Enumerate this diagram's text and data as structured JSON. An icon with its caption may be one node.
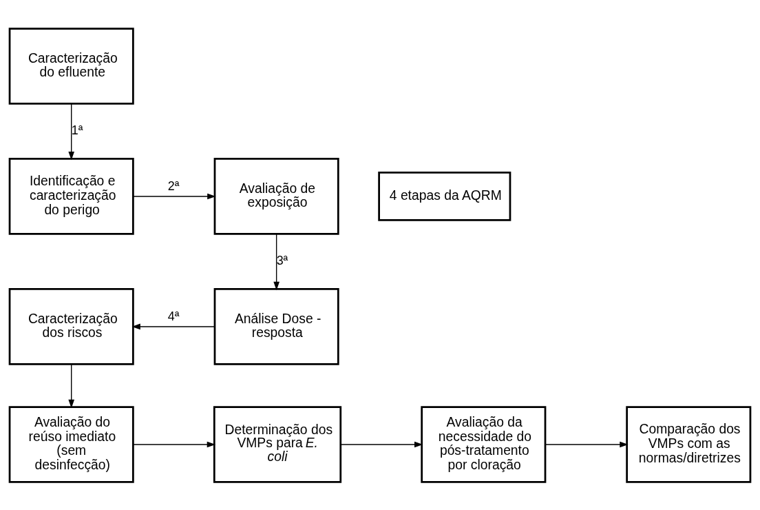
{
  "diagram": {
    "nodes": [
      {
        "text": [
          "Caracterização do efluente"
        ]
      },
      {
        "text": [
          "Identificação e caracterização do perigo"
        ]
      },
      {
        "text": [
          "Avaliação de exposição"
        ]
      },
      {
        "text": [
          "Caracterização dos riscos"
        ]
      },
      {
        "text": [
          "Análise Dose - resposta"
        ]
      },
      {
        "text": [
          "4 etapas da AQRM"
        ]
      },
      {
        "text": [
          "Avaliação do reúso imediato (sem desinfecção)"
        ]
      },
      {
        "text": [
          "Determinação dos VMPs para *E. coli*"
        ]
      },
      {
        "text": [
          "Avaliação da necessidade do pós-tratamento por cloração"
        ]
      },
      {
        "text": [
          "Comparação dos VMPs com as normas/diretrizes"
        ]
      }
    ],
    "edges": [
      {
        "from": 0,
        "to": 1,
        "arrow": "to",
        "label": "1ª"
      },
      {
        "from": 1,
        "to": 2,
        "arrow": "to",
        "label": "2ª"
      },
      {
        "from": 2,
        "to": 4,
        "arrow": "to",
        "label": "3ª"
      },
      {
        "from": 4,
        "to": 3,
        "arrow": "to",
        "label": "4ª"
      },
      {
        "from": 3,
        "to": 6,
        "arrow": "to"
      },
      {
        "from": 6,
        "to": 7,
        "arrow": "to"
      },
      {
        "from": 7,
        "to": 8,
        "arrow": "to"
      },
      {
        "from": 8,
        "to": 9,
        "arrow": "to"
      }
    ]
  }
}
